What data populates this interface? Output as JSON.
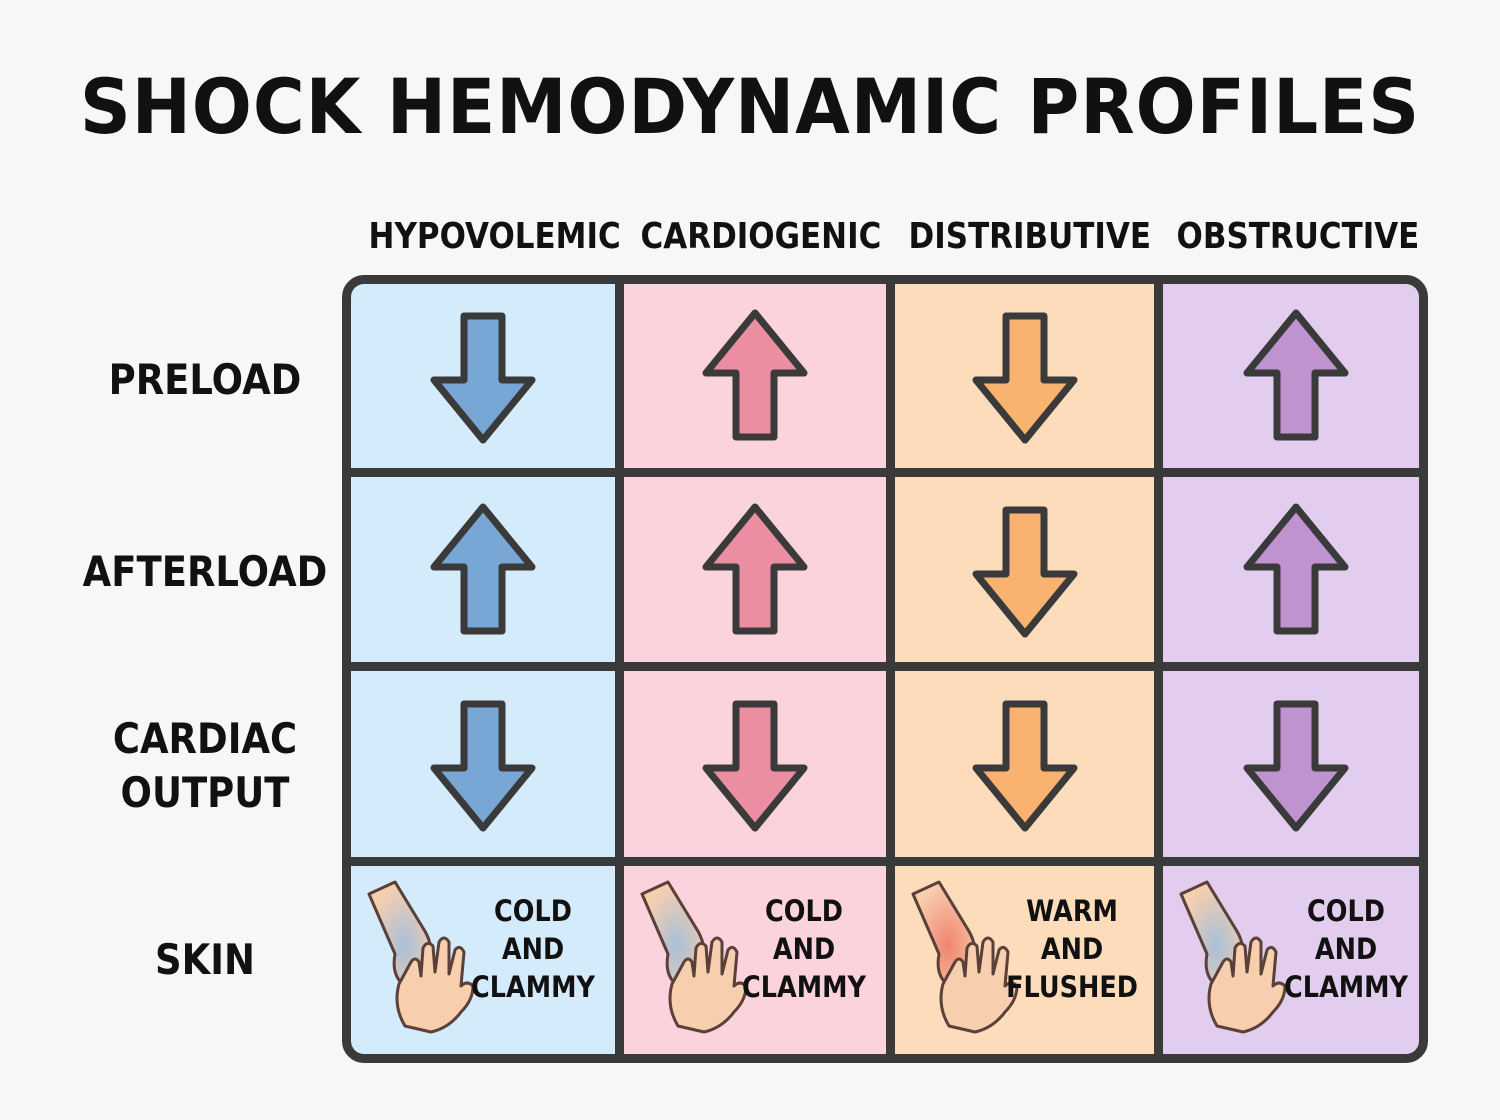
{
  "title": "SHOCK HEMODYNAMIC PROFILES",
  "columns": [
    {
      "label": "HYPOVOLEMIC",
      "bg": "#d3ebfb",
      "fill": "#78a7d6"
    },
    {
      "label": "CARDIOGENIC",
      "bg": "#fbd3dc",
      "fill": "#ec8ea2"
    },
    {
      "label": "DISTRIBUTIVE",
      "bg": "#fcdcba",
      "fill": "#f9b270"
    },
    {
      "label": "OBSTRUCTIVE",
      "bg": "#e3cdee",
      "fill": "#bf93cf"
    }
  ],
  "rows": [
    {
      "label_lines": [
        "PRELOAD"
      ]
    },
    {
      "label_lines": [
        "AFTERLOAD"
      ]
    },
    {
      "label_lines": [
        "CARDIAC",
        "OUTPUT"
      ]
    },
    {
      "label_lines": [
        "SKIN"
      ]
    }
  ],
  "arrows": [
    [
      "down",
      "up",
      "down",
      "up"
    ],
    [
      "up",
      "up",
      "down",
      "up"
    ],
    [
      "down",
      "down",
      "down",
      "down"
    ]
  ],
  "skin": [
    {
      "lines": [
        "COLD",
        "AND",
        "CLAMMY"
      ],
      "tone": "cold"
    },
    {
      "lines": [
        "COLD",
        "AND",
        "CLAMMY"
      ],
      "tone": "cold"
    },
    {
      "lines": [
        "WARM",
        "AND",
        "FLUSHED"
      ],
      "tone": "warm"
    },
    {
      "lines": [
        "COLD",
        "AND",
        "CLAMMY"
      ],
      "tone": "cold"
    }
  ],
  "colors": {
    "grid_line": "#3a3a3a",
    "outline": "#3a3a3a",
    "skin_base": "#f8cfae",
    "cold_tint": "#a9bfd8",
    "warm_tint": "#f08470"
  }
}
